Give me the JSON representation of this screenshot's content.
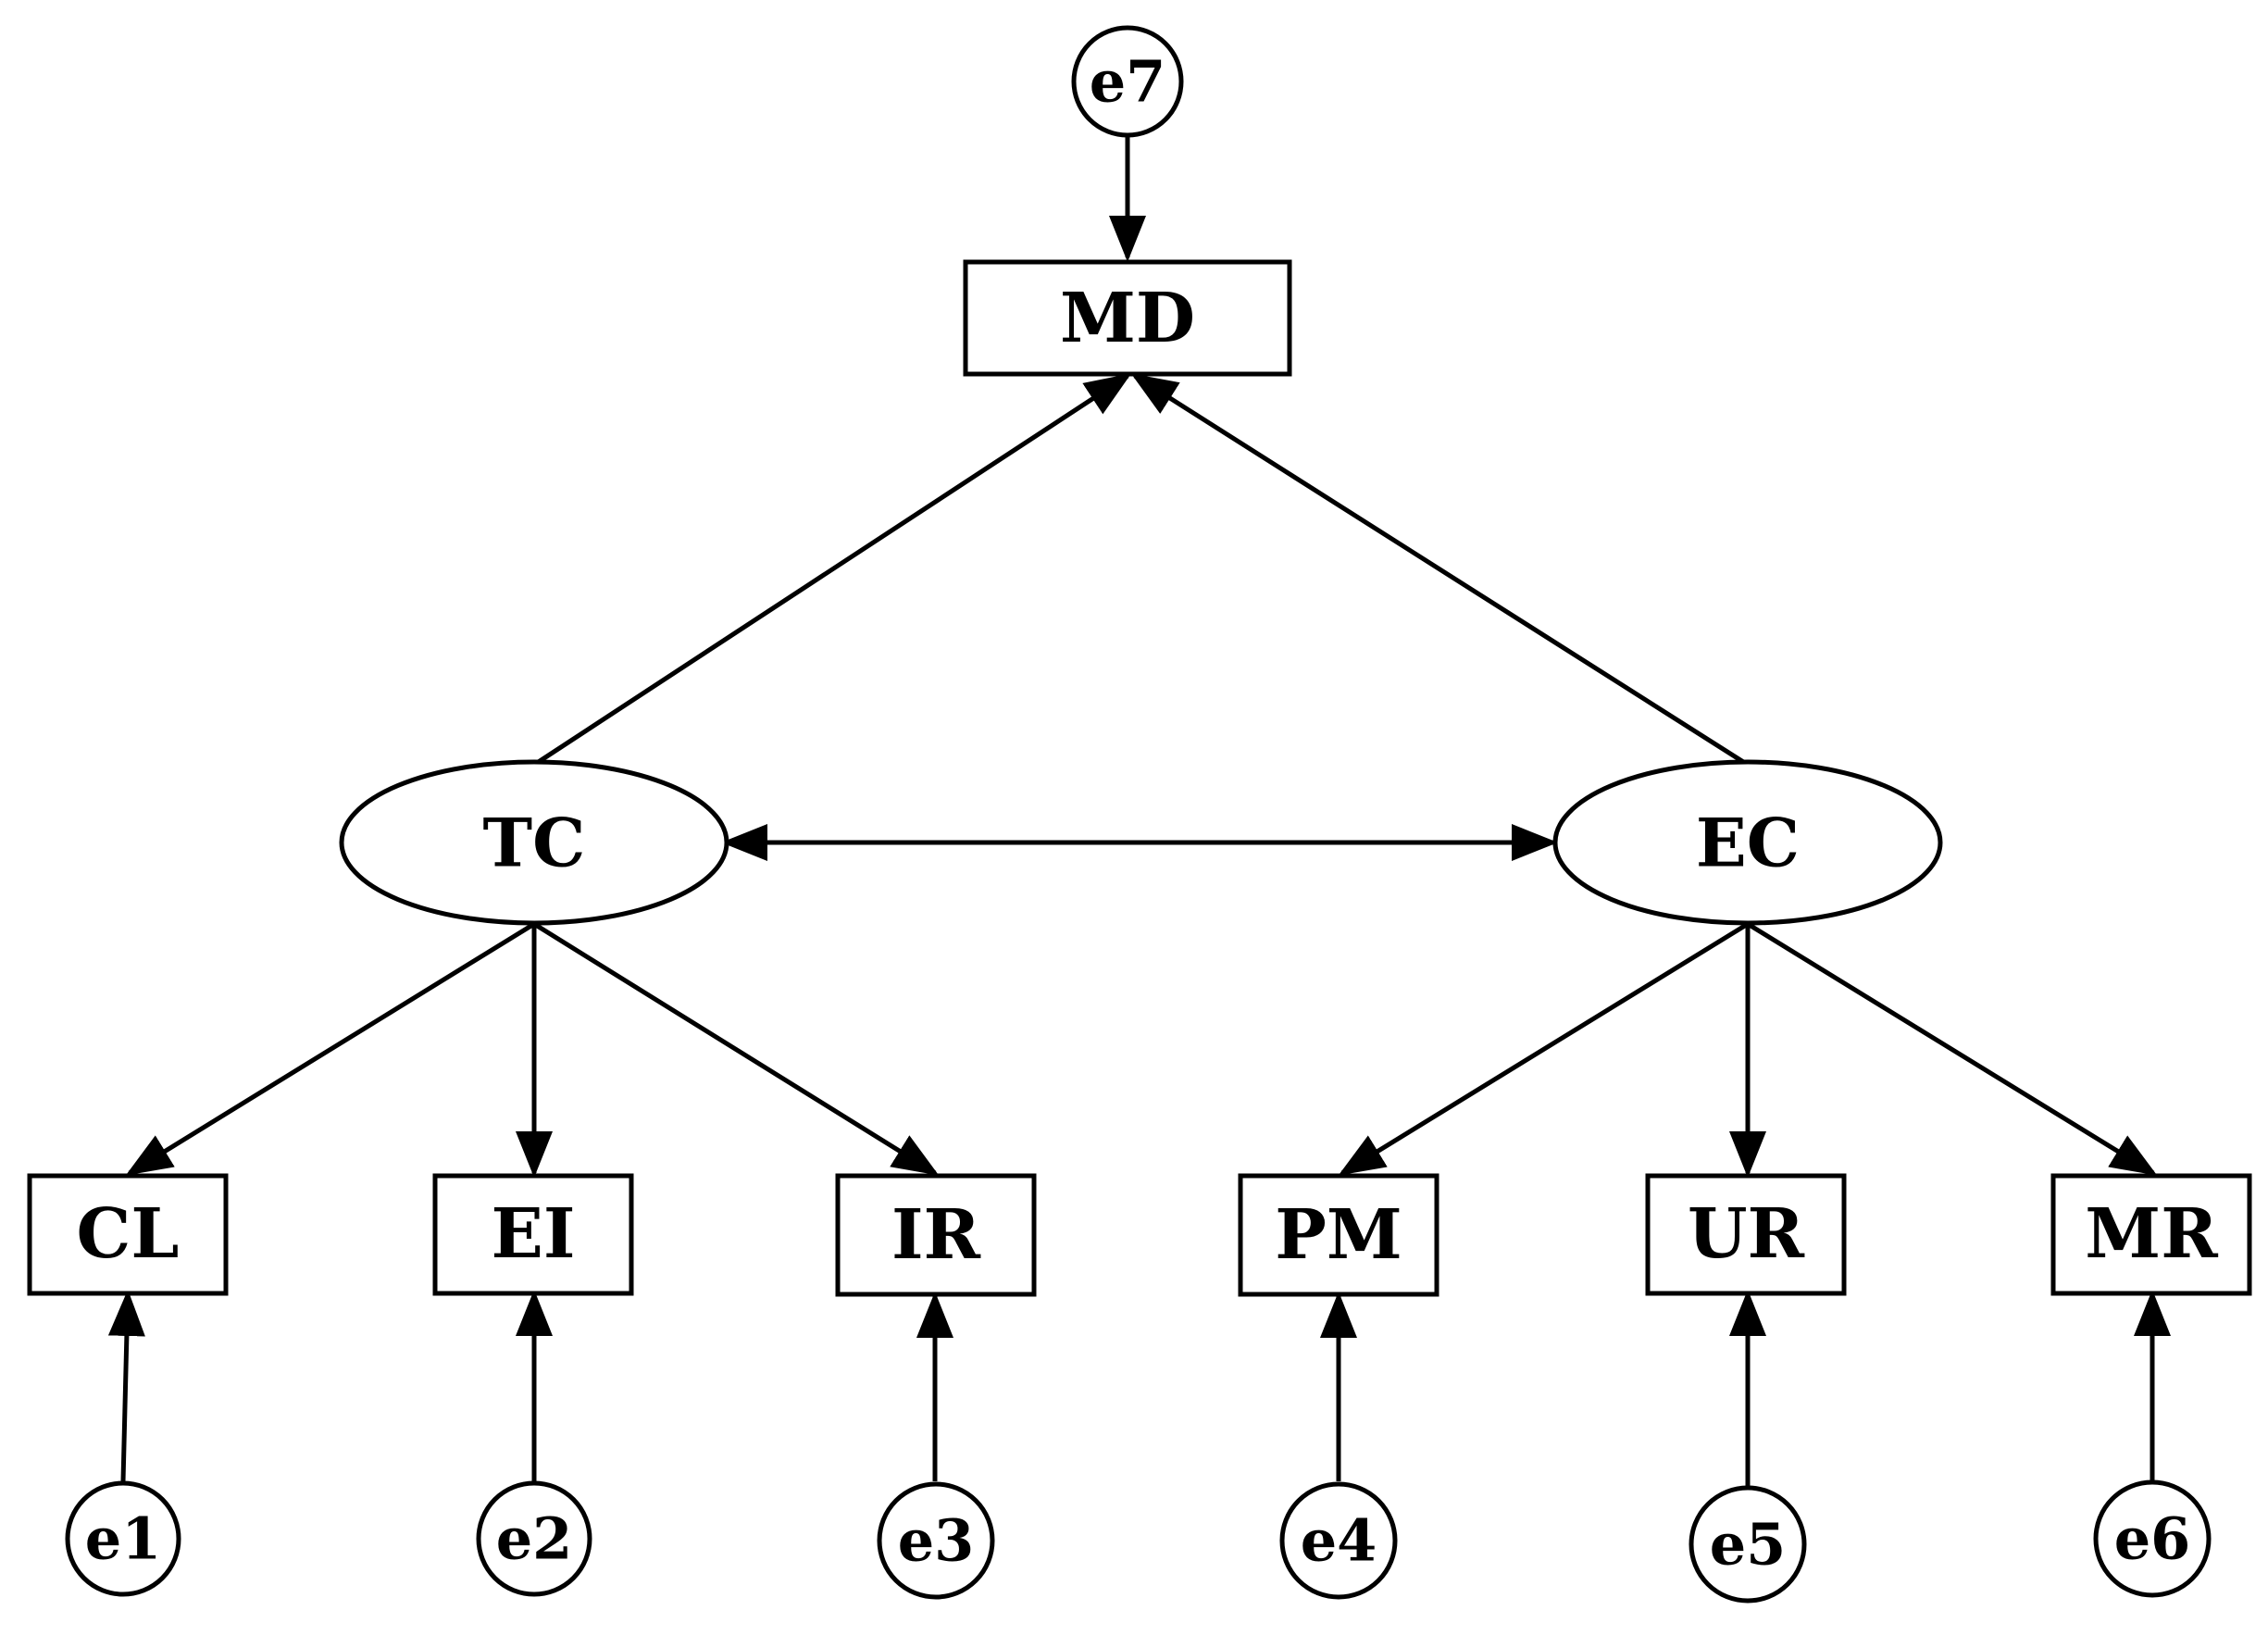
{
  "diagram": {
    "errors": {
      "e1": "e1",
      "e2": "e2",
      "e3": "e3",
      "e4": "e4",
      "e5": "e5",
      "e6": "e6",
      "e7": "e7"
    },
    "observed": {
      "MD": "MD",
      "CL": "CL",
      "EI": "EI",
      "IR": "IR",
      "PM": "PM",
      "UR": "UR",
      "MR": "MR"
    },
    "latent": {
      "TC": "TC",
      "EC": "EC"
    },
    "paths": [
      {
        "from": "e7",
        "to": "MD",
        "type": "directed"
      },
      {
        "from": "TC",
        "to": "MD",
        "type": "directed"
      },
      {
        "from": "EC",
        "to": "MD",
        "type": "directed"
      },
      {
        "from": "TC",
        "to": "EC",
        "type": "bidirectional"
      },
      {
        "from": "TC",
        "to": "CL",
        "type": "directed"
      },
      {
        "from": "TC",
        "to": "EI",
        "type": "directed"
      },
      {
        "from": "TC",
        "to": "IR",
        "type": "directed"
      },
      {
        "from": "EC",
        "to": "PM",
        "type": "directed"
      },
      {
        "from": "EC",
        "to": "UR",
        "type": "directed"
      },
      {
        "from": "EC",
        "to": "MR",
        "type": "directed"
      },
      {
        "from": "e1",
        "to": "CL",
        "type": "directed"
      },
      {
        "from": "e2",
        "to": "EI",
        "type": "directed"
      },
      {
        "from": "e3",
        "to": "IR",
        "type": "directed"
      },
      {
        "from": "e4",
        "to": "PM",
        "type": "directed"
      },
      {
        "from": "e5",
        "to": "UR",
        "type": "directed"
      },
      {
        "from": "e6",
        "to": "MR",
        "type": "directed"
      }
    ]
  }
}
